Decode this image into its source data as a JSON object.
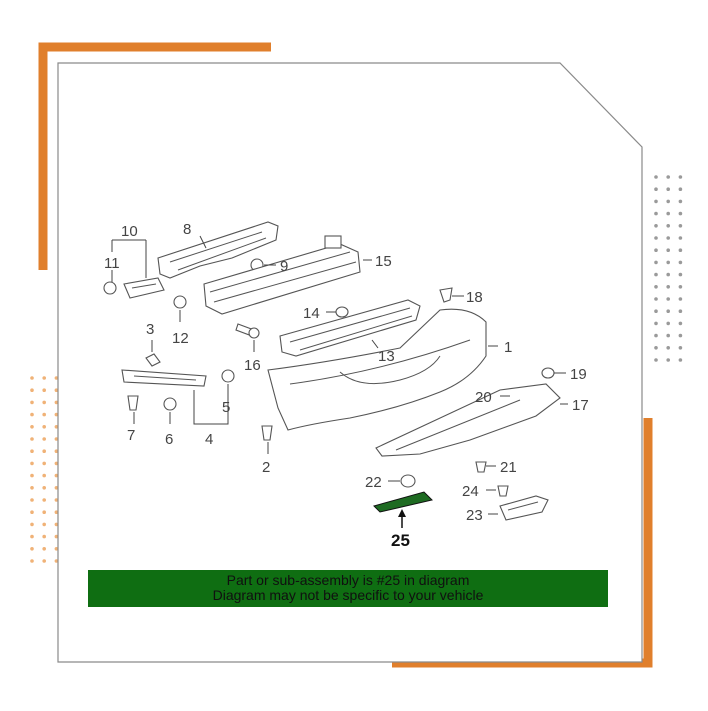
{
  "colors": {
    "accent_orange": "#e07f2c",
    "dot_orange": "#f0b277",
    "dot_gray": "#9a9a9a",
    "banner_green": "#0f6e12",
    "highlight_part": "#1e6b22"
  },
  "callouts": {
    "c1": "1",
    "c2": "2",
    "c3": "3",
    "c4": "4",
    "c5": "5",
    "c6": "6",
    "c7": "7",
    "c8": "8",
    "c9": "9",
    "c10": "10",
    "c11": "11",
    "c12": "12",
    "c13": "13",
    "c14": "14",
    "c15": "15",
    "c16": "16",
    "c17": "17",
    "c18": "18",
    "c19": "19",
    "c20": "20",
    "c21": "21",
    "c22": "22",
    "c23": "23",
    "c24": "24",
    "c25": "25"
  },
  "banner": {
    "line1": "Part or sub-assembly is #25 in diagram",
    "line2": "Diagram may not be specific to your vehicle"
  }
}
